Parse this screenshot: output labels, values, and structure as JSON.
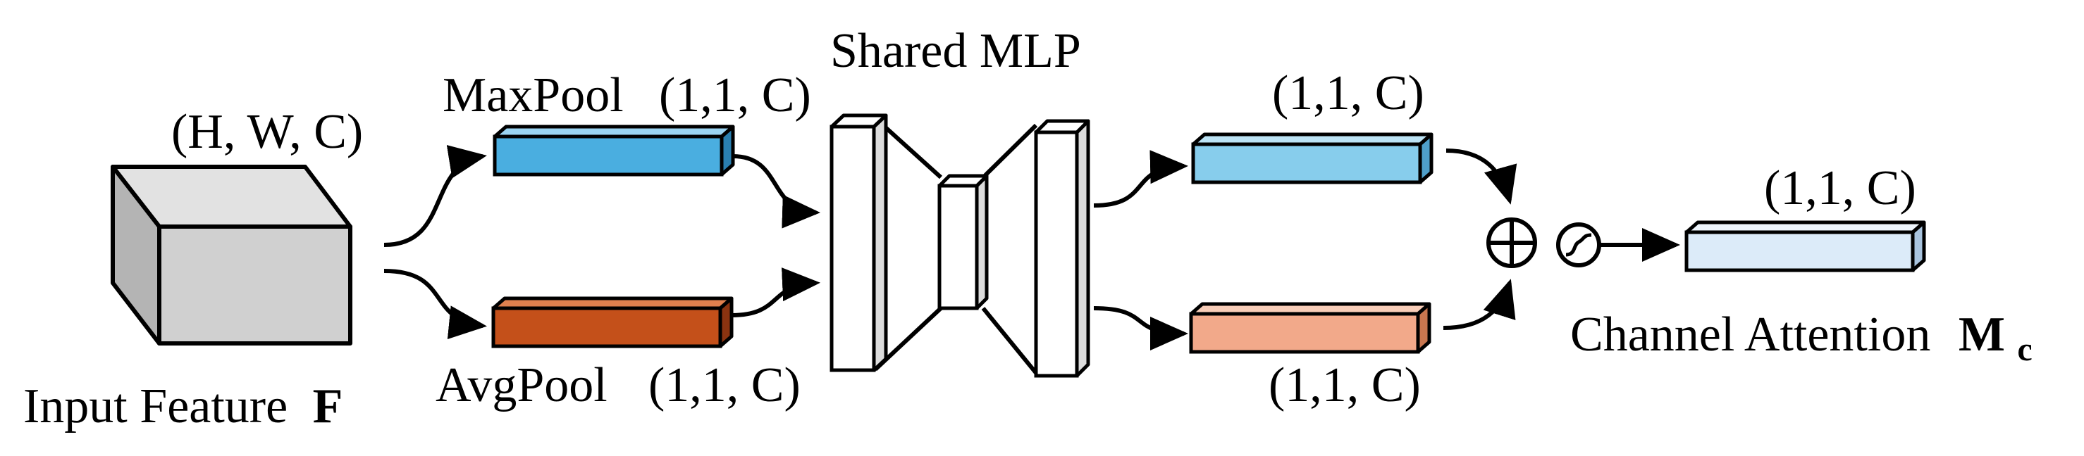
{
  "input": {
    "label_text": "Input Feature",
    "label_symbol": "F",
    "shape": "(H, W, C)"
  },
  "maxpool": {
    "label": "MaxPool",
    "shape": "(1,1, C)",
    "color": "#4AAEE0"
  },
  "avgpool": {
    "label": "AvgPool",
    "shape": "(1,1, C)",
    "color": "#C4501A"
  },
  "mlp": {
    "label": "Shared MLP"
  },
  "mlp_out_max": {
    "shape": "(1,1, C)",
    "color": "#87CDEC"
  },
  "mlp_out_avg": {
    "shape": "(1,1, C)",
    "color": "#F2A98A"
  },
  "ops": {
    "sum_icon": "circled-plus-icon",
    "sigmoid_icon": "sigmoid-icon"
  },
  "output": {
    "label_text": "Channel Attention",
    "label_symbol": "M",
    "label_subscript": "c",
    "shape": "(1,1, C)",
    "color": "#DCEBF9"
  },
  "colors": {
    "cube_front": "#D0D0D0",
    "cube_top": "#E2E2E2",
    "cube_side": "#B4B4B4",
    "mlp_face": "#FFFFFF",
    "mlp_side": "#DCDCDC"
  }
}
